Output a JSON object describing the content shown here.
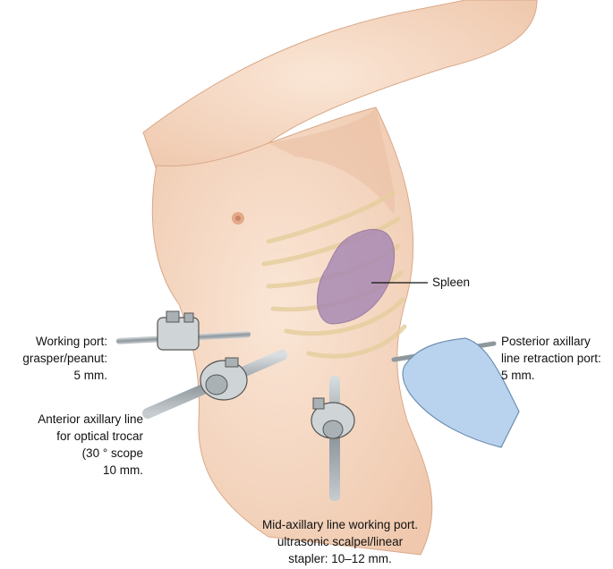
{
  "labels": {
    "spleen": "Spleen",
    "working_port": [
      "Working port:",
      "grasper/peanut:",
      "5 mm."
    ],
    "anterior": [
      "Anterior axillary line",
      "for optical trocar",
      "(30 ° scope",
      "10 mm."
    ],
    "posterior": [
      "Posterior axillary",
      "line retraction port:",
      "5 mm."
    ],
    "mid": [
      "Mid-axillary line working port.",
      "ultrasonic scalpel/linear",
      "stapler: 10–12 mm."
    ]
  },
  "colors": {
    "skin": "#f6dcc7",
    "skin_shadow": "#e9bfa3",
    "spleen": "#a98ab4",
    "ribs": "#e6cf9f",
    "metal": "#9aa3a8",
    "glove": "#b9d3ee"
  },
  "icons": [
    "torso-illustration",
    "trocar-icon",
    "gloved-hand-icon"
  ]
}
